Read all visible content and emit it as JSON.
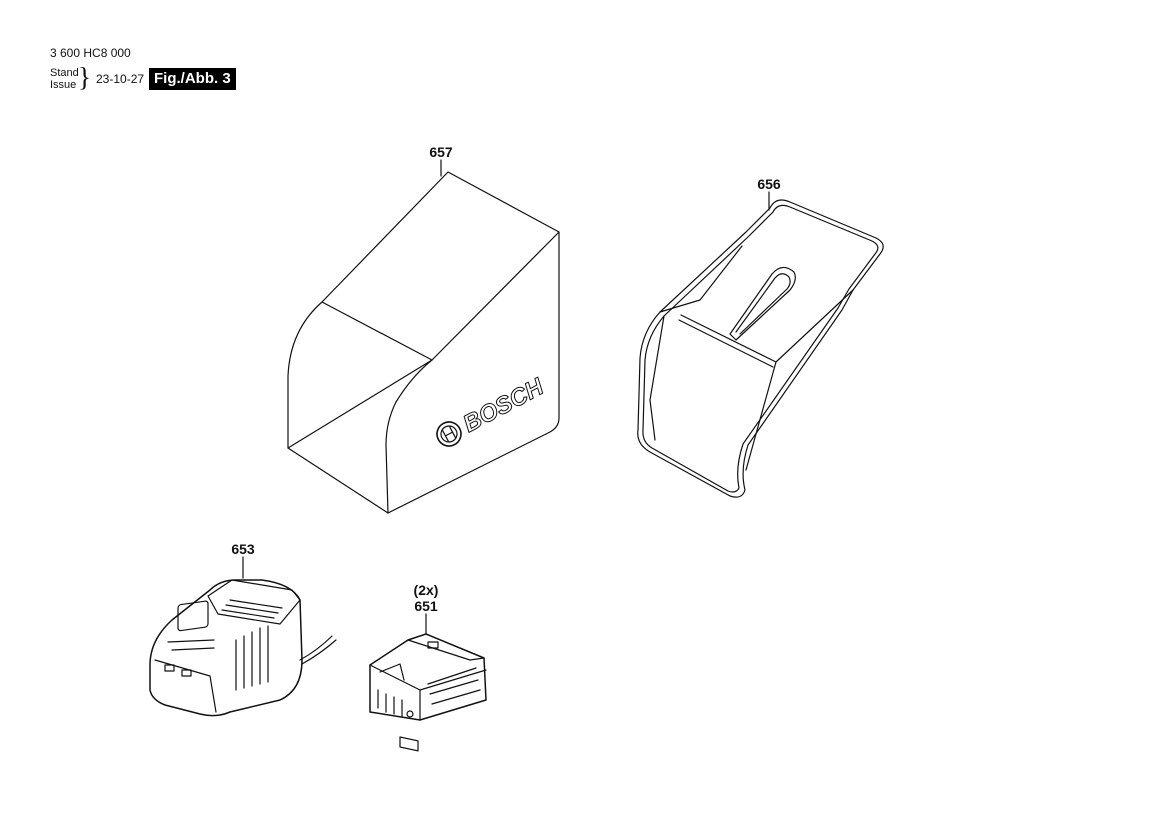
{
  "header": {
    "part_number": "3 600 HC8 000",
    "stand_label": "Stand",
    "issue_label": "Issue",
    "date": "23-10-27",
    "figure_label": "Fig./Abb. 3"
  },
  "parts": [
    {
      "id": "657",
      "name": "grass-box-cover"
    },
    {
      "id": "656",
      "name": "grass-box-frame"
    },
    {
      "id": "653",
      "name": "battery-charger"
    },
    {
      "id": "651",
      "quantity": "(2x)",
      "name": "battery-pack"
    }
  ],
  "brand": {
    "logo_text": "BOSCH"
  }
}
